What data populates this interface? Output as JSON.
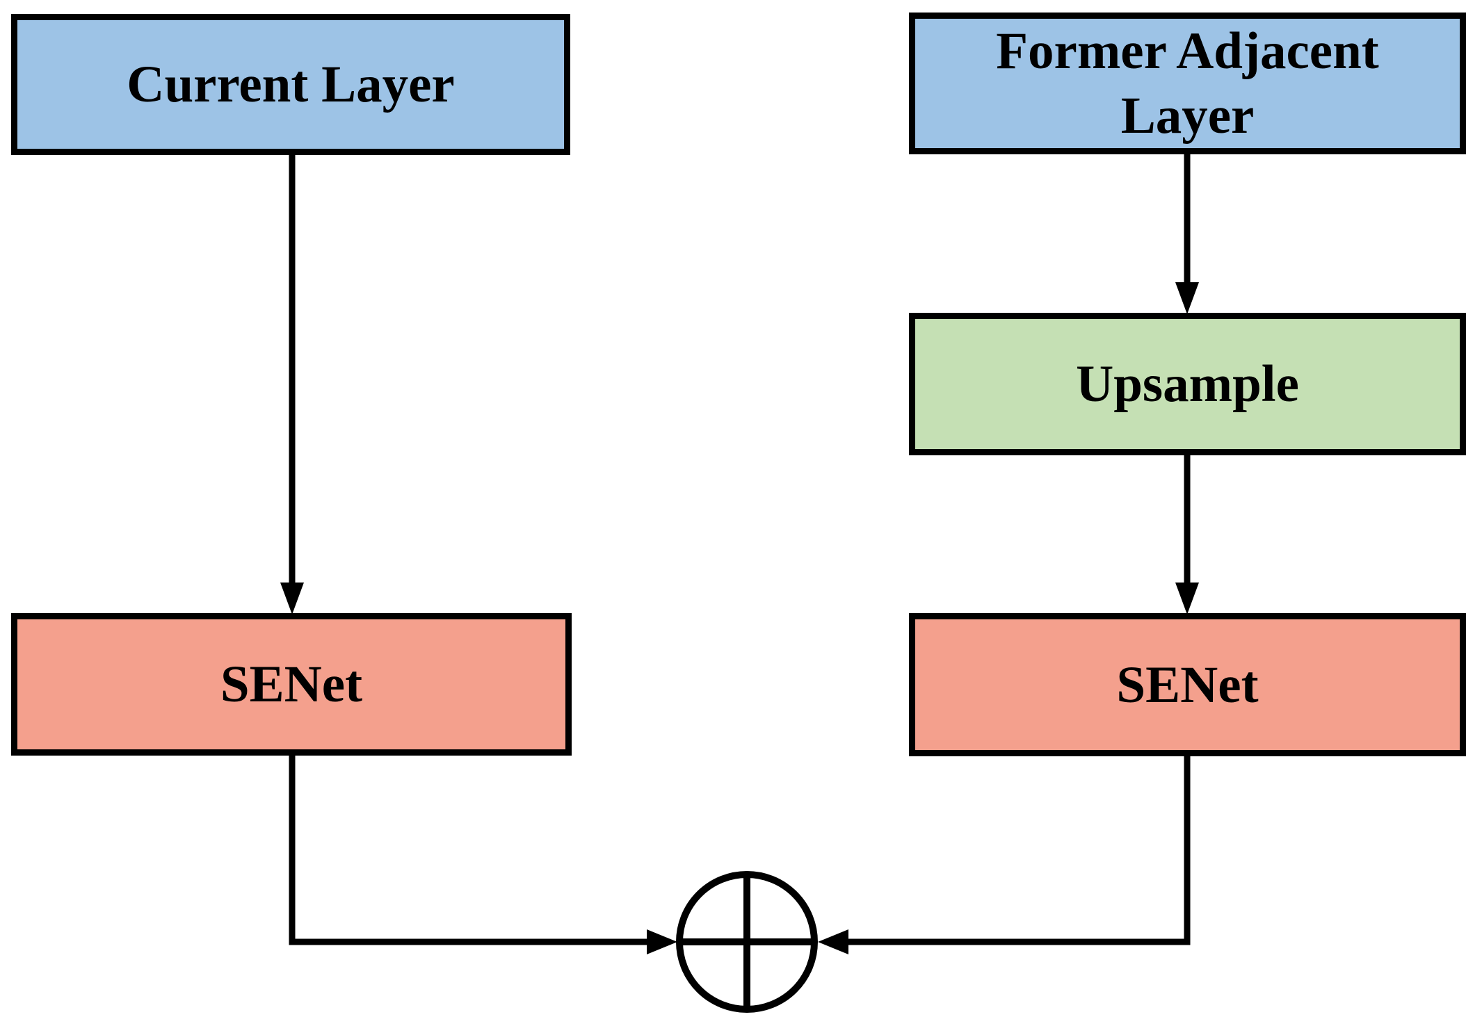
{
  "figure": {
    "background": "#FFFFFF",
    "stroke_color": "#000000",
    "nodes": {
      "current_layer": {
        "label": "Current Layer",
        "fill": "#9DC3E6"
      },
      "former_adjacent_layer": {
        "label": "Former Adjacent Layer",
        "fill": "#9DC3E6"
      },
      "upsample": {
        "label": "Upsample",
        "fill": "#C5E0B4"
      },
      "senet_left": {
        "label": "SENet",
        "fill": "#F4A08D"
      },
      "senet_right": {
        "label": "SENet",
        "fill": "#F4A08D"
      }
    },
    "sum_node": {
      "icon": "circle-plus-icon",
      "glyph": "⊕"
    },
    "edges": [
      {
        "from": "current_layer",
        "to": "senet_left"
      },
      {
        "from": "former_adjacent_layer",
        "to": "upsample"
      },
      {
        "from": "upsample",
        "to": "senet_right"
      },
      {
        "from": "senet_left",
        "to": "sum"
      },
      {
        "from": "senet_right",
        "to": "sum"
      }
    ]
  }
}
